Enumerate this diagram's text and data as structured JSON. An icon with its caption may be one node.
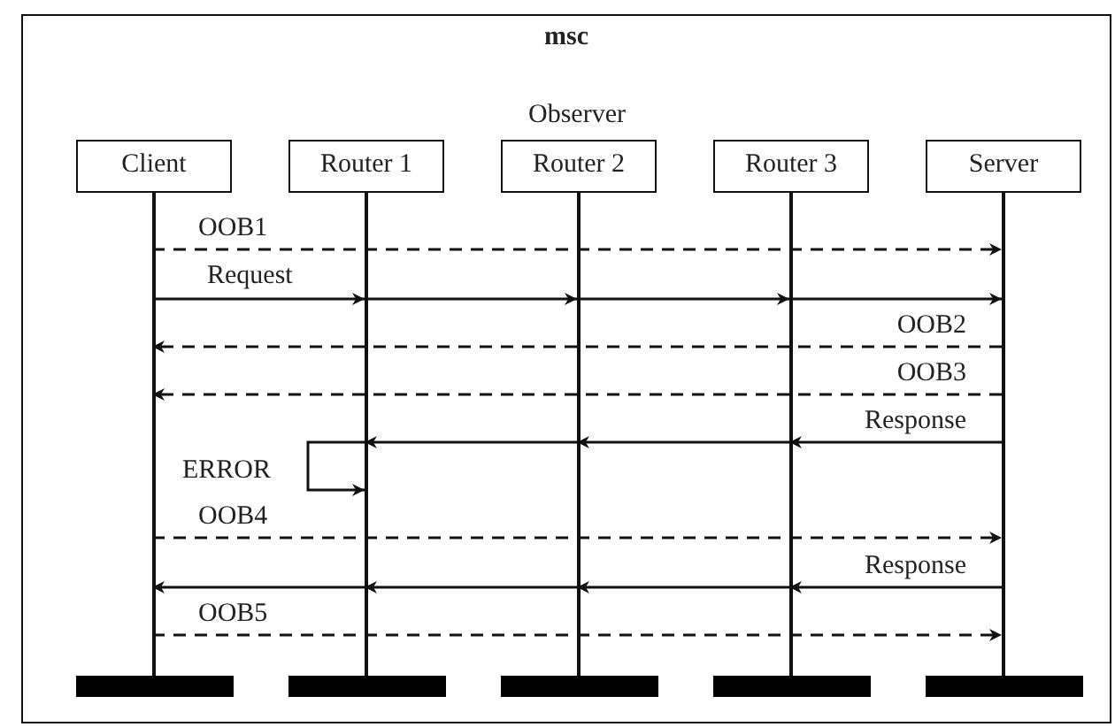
{
  "diagram": {
    "nodes": [
      {
        "text": [
          "msc"
        ]
      },
      {
        "text": [
          "Client"
        ],
        "in": 0
      },
      {
        "text": [
          "Router 1"
        ],
        "in": 0
      },
      {
        "text": [
          "Router 2"
        ],
        "in": 0,
        "beside": [
          "Observer"
        ]
      },
      {
        "text": [
          "Router 3"
        ],
        "in": 0
      },
      {
        "text": [
          "Server"
        ],
        "in": 0
      },
      {
        "text": [],
        "shape": "line",
        "in": 0
      },
      {
        "text": [],
        "shape": "line",
        "in": 0
      },
      {
        "text": [],
        "shape": "line",
        "in": 0
      },
      {
        "text": [],
        "shape": "line",
        "in": 0
      },
      {
        "text": [],
        "shape": "line",
        "in": 0
      },
      {
        "text": [],
        "shape": "bar",
        "in": 0
      },
      {
        "text": [],
        "shape": "bar",
        "in": 0
      },
      {
        "text": [],
        "shape": "bar",
        "in": 0
      },
      {
        "text": [],
        "shape": "bar",
        "in": 0
      },
      {
        "text": [],
        "shape": "bar",
        "in": 0
      }
    ],
    "edges": [
      {
        "from": 6,
        "to": 10,
        "arrow": "to",
        "label": "OOB1",
        "style": "dashed"
      },
      {
        "from": 6,
        "to": 7,
        "arrow": "to",
        "label": "Request"
      },
      {
        "from": 7,
        "to": 8,
        "arrow": "to"
      },
      {
        "from": 8,
        "to": 9,
        "arrow": "to"
      },
      {
        "from": 9,
        "to": 10,
        "arrow": "to"
      },
      {
        "from": 10,
        "to": 6,
        "arrow": "to",
        "label": "OOB2",
        "style": "dashed"
      },
      {
        "from": 10,
        "to": 6,
        "arrow": "to",
        "label": "OOB3",
        "style": "dashed"
      },
      {
        "from": 10,
        "to": 9,
        "arrow": "to",
        "label": "Response"
      },
      {
        "from": 9,
        "to": 8,
        "arrow": "to"
      },
      {
        "from": 8,
        "to": 7,
        "arrow": "to"
      },
      {
        "from": 7,
        "to": 7,
        "arrow": "to",
        "label": "ERROR"
      },
      {
        "from": 6,
        "to": 10,
        "arrow": "to",
        "label": "OOB4",
        "style": "dashed"
      },
      {
        "from": 10,
        "to": 9,
        "arrow": "to",
        "label": "Response"
      },
      {
        "from": 9,
        "to": 8,
        "arrow": "to"
      },
      {
        "from": 8,
        "to": 7,
        "arrow": "to"
      },
      {
        "from": 7,
        "to": 6,
        "arrow": "to"
      },
      {
        "from": 6,
        "to": 10,
        "arrow": "to",
        "label": "OOB5",
        "style": "dashed"
      }
    ]
  }
}
